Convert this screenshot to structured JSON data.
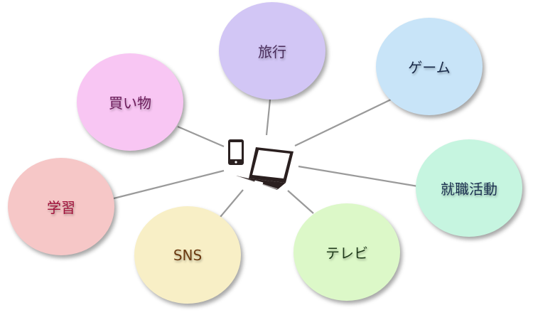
{
  "center": {
    "devices": [
      "smartphone",
      "laptop"
    ]
  },
  "topics": [
    {
      "id": "travel",
      "label": "旅行",
      "fill": "#d2c6f5",
      "text_color": "#4a2d5c"
    },
    {
      "id": "game",
      "label": "ゲーム",
      "fill": "#c8e4f8",
      "text_color": "#1a2b4a"
    },
    {
      "id": "shopping",
      "label": "買い物",
      "fill": "#f8c6f3",
      "text_color": "#6b1a5a"
    },
    {
      "id": "job-hunting",
      "label": "就職活動",
      "fill": "#c6f5e0",
      "text_color": "#1a3050"
    },
    {
      "id": "study",
      "label": "学習",
      "fill": "#f6c7c7",
      "text_color": "#a0103a"
    },
    {
      "id": "sns",
      "label": "SNS",
      "fill": "#f8efc6",
      "text_color": "#6b3a10"
    },
    {
      "id": "tv",
      "label": "テレビ",
      "fill": "#dcf8c8",
      "text_color": "#1f3a1a"
    }
  ]
}
